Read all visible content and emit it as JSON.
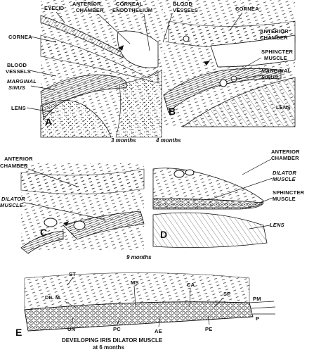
{
  "figure": {
    "panels": {
      "A": "A",
      "B": "B",
      "C": "C",
      "D": "D",
      "E": "E"
    },
    "labels": {
      "eyelid": "EYELID",
      "anterior_chamber_1": "ANTERIOR",
      "anterior_chamber_2": "CHAMBER",
      "corneal_1": "CORNEAL",
      "corneal_2": "ENDOTHELIUM",
      "blood_vessels_b_1": "BLOOD",
      "blood_vessels_b_2": "VESSELS",
      "cornea_a": "CORNEA",
      "cornea_b": "CORNEA",
      "blood_vessels_a_1": "BLOOD",
      "blood_vessels_a_2": "VESSELS",
      "marginal_a_1": "MARGINAL",
      "marginal_a_2": "SINUS",
      "lens_a": "LENS",
      "ant_chamber_b_1": "ANTERIOR",
      "ant_chamber_b_2": "CHAMBER",
      "sphincter_b_1": "SPHINCTER",
      "sphincter_b_2": "MUSCLE",
      "marginal_b_1": "MARGINAL",
      "marginal_b_2": "SINUS",
      "lens_b": "LENS",
      "ant_chamber_c_1": "ANTERIOR",
      "ant_chamber_c_2": "CHAMBER",
      "dilator_c_1": "DILATOR",
      "dilator_c_2": "MUSCLE",
      "ant_chamber_d_1": "ANTERIOR",
      "ant_chamber_d_2": "CHAMBER",
      "dilator_d_1": "DILATOR",
      "dilator_d_2": "MUSCLE",
      "sphincter_d_1": "SPHINCTER",
      "sphincter_d_2": "MUSCLE",
      "lens_d": "LENS",
      "st": "ST",
      "dil_m": "DIL M.",
      "ms": "MS",
      "ca": "CA",
      "sp": "SP",
      "pm": "PM",
      "p": "P",
      "un": "UN",
      "pc": "PC",
      "ae": "AE",
      "pe": "PE"
    },
    "captions": {
      "age_a": "3 months",
      "age_b": "4 months",
      "age_cd": "9 months",
      "title_1": "DEVELOPING IRIS DILATOR MUSCLE",
      "title_2": "at 6 months"
    }
  }
}
